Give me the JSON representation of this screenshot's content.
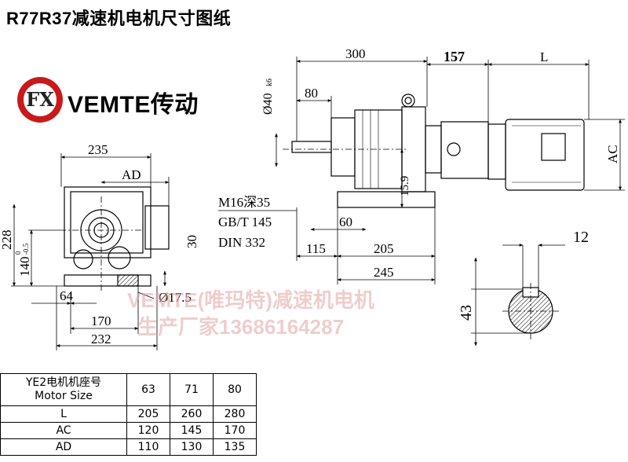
{
  "title": "R77R37减速机电机尺寸图纸",
  "logo": {
    "mark": "FX",
    "text": "VEMTE传动"
  },
  "watermark": {
    "line1": "VEMTE(唯玛特)减速机电机",
    "line2": "生产厂家13686164287"
  },
  "front_view": {
    "dims": {
      "width_top": "235",
      "ad": "AD",
      "height_total": "228",
      "center_height": "140",
      "center_tol_upper": "0",
      "center_tol_lower": "-0.5",
      "foot_height": "30",
      "foot_offset": "64",
      "hole_spacing": "170",
      "base_width": "232",
      "hole_dia": "Ø17.5"
    }
  },
  "side_view": {
    "dims": {
      "length_300": "300",
      "motor_157": "157",
      "motor_L": "L",
      "shaft_len": "80",
      "shaft_dia": "Ø40",
      "shaft_tol": "k6",
      "thread_line1": "M16深35",
      "thread_line2": "GB/T 145",
      "thread_line3": "DIN 332",
      "foot_gap": "60",
      "foot_115": "115",
      "foot_205": "205",
      "foot_245": "245",
      "height_15_9": "15.9",
      "ac": "AC"
    }
  },
  "key_section": {
    "key_width": "12",
    "height": "43"
  },
  "motor_table": {
    "header": {
      "label_cn": "YE2电机机座号",
      "label_en": "Motor Size",
      "cols": [
        "63",
        "71",
        "80"
      ]
    },
    "rows": [
      {
        "label": "L",
        "values": [
          "205",
          "260",
          "280"
        ]
      },
      {
        "label": "AC",
        "values": [
          "120",
          "145",
          "170"
        ]
      },
      {
        "label": "AD",
        "values": [
          "110",
          "130",
          "135"
        ]
      }
    ]
  }
}
